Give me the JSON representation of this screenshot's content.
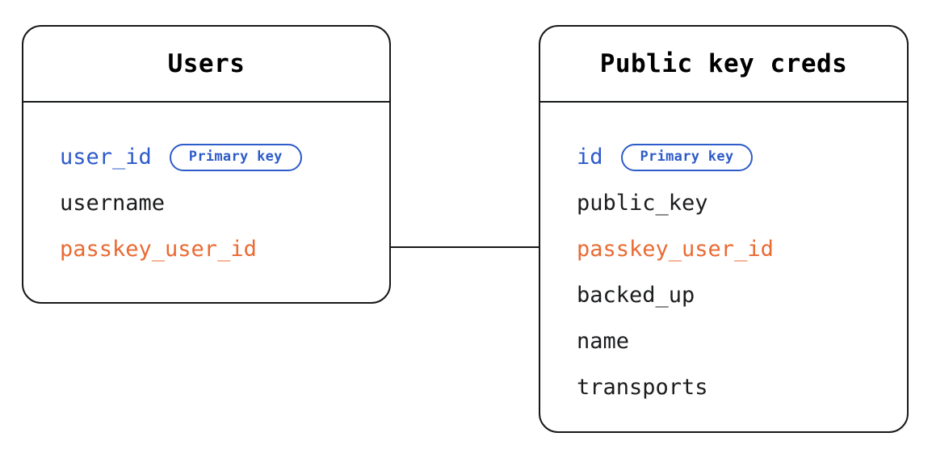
{
  "diagram": {
    "type": "entity-relationship-diagram",
    "background_color": "#ffffff",
    "colors": {
      "border": "#17181a",
      "text": "#1b1c1e",
      "primary_key": "#2d5bc9",
      "foreign_key": "#ea6a33"
    },
    "entities": [
      {
        "id": "users",
        "title": "Users",
        "fields": [
          {
            "name": "user_id",
            "role": "primary_key",
            "badge": "Primary key"
          },
          {
            "name": "username",
            "role": "plain",
            "badge": null
          },
          {
            "name": "passkey_user_id",
            "role": "foreign_key",
            "badge": null
          }
        ]
      },
      {
        "id": "public_key_creds",
        "title": "Public key creds",
        "fields": [
          {
            "name": "id",
            "role": "primary_key",
            "badge": "Primary key"
          },
          {
            "name": "public_key",
            "role": "plain",
            "badge": null
          },
          {
            "name": "passkey_user_id",
            "role": "foreign_key",
            "badge": null
          },
          {
            "name": "backed_up",
            "role": "plain",
            "badge": null
          },
          {
            "name": "name",
            "role": "plain",
            "badge": null
          },
          {
            "name": "transports",
            "role": "plain",
            "badge": null
          }
        ]
      }
    ],
    "relationships": [
      {
        "from_entity": "users",
        "from_field": "passkey_user_id",
        "to_entity": "public_key_creds",
        "to_field": "passkey_user_id"
      }
    ]
  }
}
